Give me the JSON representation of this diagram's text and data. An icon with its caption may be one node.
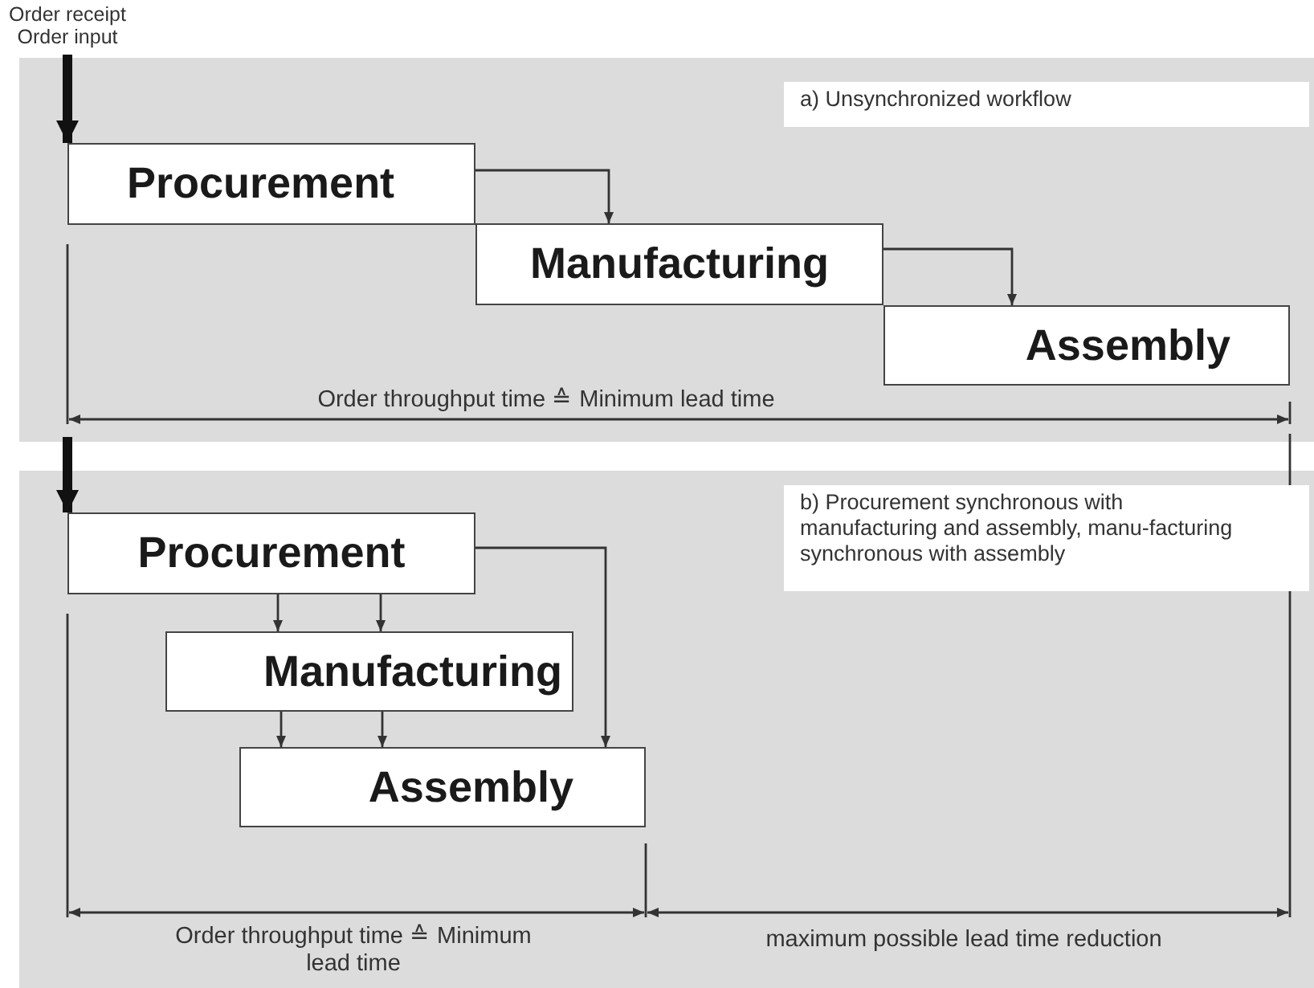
{
  "diagram": {
    "nodes": [
      {
        "text": [
          "Procurement"
        ]
      },
      {
        "text": [
          "Manufacturing"
        ]
      },
      {
        "text": [
          "Assembly"
        ]
      },
      {
        "text": [
          "a) Unsynchronized workflow"
        ]
      },
      {
        "text": [
          "Procurement"
        ]
      },
      {
        "text": [
          "Manufacturing"
        ]
      },
      {
        "text": [
          "Assembly"
        ]
      },
      {
        "text": [
          "b) Procurement synchronous with manufacturing and assembly, manu-facturing synchronous with assembly"
        ]
      },
      {
        "text": [
          "Order receipt",
          "Order input"
        ]
      }
    ],
    "edges": [
      {
        "from": 8,
        "to": 0,
        "arrow": "to",
        "style": "thick"
      },
      {
        "from": 0,
        "to": 1,
        "arrow": "to"
      },
      {
        "from": 1,
        "to": 2,
        "arrow": "to"
      },
      {
        "from": null,
        "to": 4,
        "arrow": "to",
        "style": "thick"
      },
      {
        "from": 4,
        "to": 5,
        "arrow": "to"
      },
      {
        "from": 4,
        "to": 5,
        "arrow": "to"
      },
      {
        "from": 5,
        "to": 6,
        "arrow": "to"
      },
      {
        "from": 5,
        "to": 6,
        "arrow": "to"
      },
      {
        "from": 4,
        "to": 6,
        "arrow": "to"
      }
    ],
    "labels": [
      "Order throughput time ≙ Minimum lead time",
      "Order throughput time ≙ Minimum lead time",
      "maximum possible lead time reduction"
    ]
  }
}
